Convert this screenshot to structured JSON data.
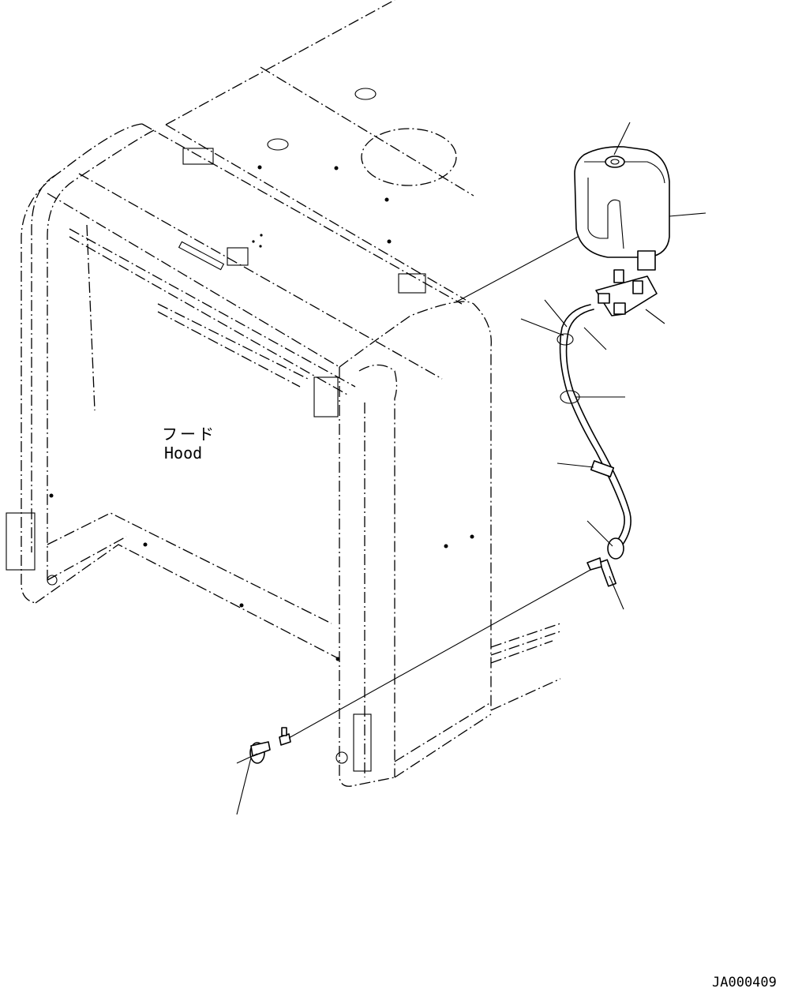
{
  "diagram": {
    "hood_label_jp": "フード",
    "hood_label_en": "Hood",
    "drawing_number": "JA000409"
  }
}
